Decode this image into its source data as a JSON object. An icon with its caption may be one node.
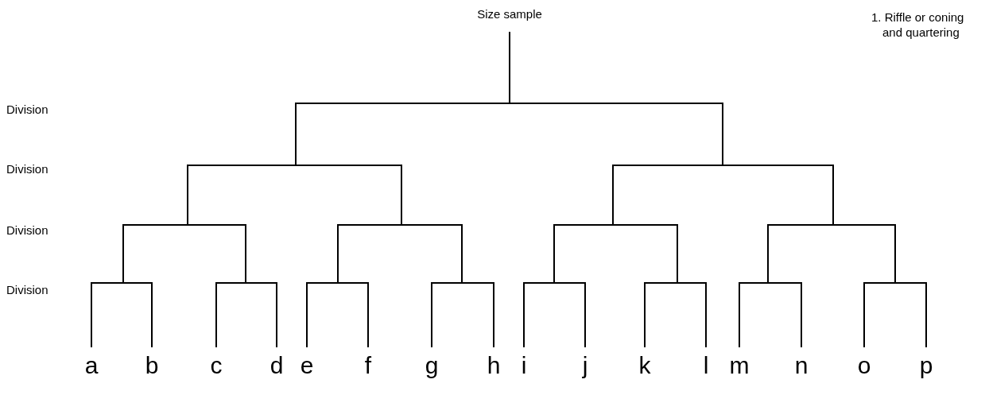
{
  "diagram": {
    "nodes": [
      {
        "text": [
          "Size sample"
        ]
      },
      {
        "text": [
          "a"
        ]
      },
      {
        "text": [
          "b"
        ]
      },
      {
        "text": [
          "c"
        ]
      },
      {
        "text": [
          "d"
        ]
      },
      {
        "text": [
          "e"
        ]
      },
      {
        "text": [
          "f"
        ]
      },
      {
        "text": [
          "g"
        ]
      },
      {
        "text": [
          "h"
        ]
      },
      {
        "text": [
          "i"
        ]
      },
      {
        "text": [
          "j"
        ]
      },
      {
        "text": [
          "k"
        ]
      },
      {
        "text": [
          "l"
        ]
      },
      {
        "text": [
          "m"
        ]
      },
      {
        "text": [
          "n"
        ]
      },
      {
        "text": [
          "o"
        ]
      },
      {
        "text": [
          "p"
        ]
      }
    ],
    "edges": [
      {
        "from": 0,
        "to": 1,
        "arrow": "none"
      },
      {
        "from": 0,
        "to": 2,
        "arrow": "none"
      },
      {
        "from": 0,
        "to": 3,
        "arrow": "none"
      },
      {
        "from": 0,
        "to": 4,
        "arrow": "none"
      },
      {
        "from": 0,
        "to": 5,
        "arrow": "none"
      },
      {
        "from": 0,
        "to": 6,
        "arrow": "none"
      },
      {
        "from": 0,
        "to": 7,
        "arrow": "none"
      },
      {
        "from": 0,
        "to": 8,
        "arrow": "none"
      },
      {
        "from": 0,
        "to": 9,
        "arrow": "none"
      },
      {
        "from": 0,
        "to": 10,
        "arrow": "none"
      },
      {
        "from": 0,
        "to": 11,
        "arrow": "none"
      },
      {
        "from": 0,
        "to": 12,
        "arrow": "none"
      },
      {
        "from": 0,
        "to": 13,
        "arrow": "none"
      },
      {
        "from": 0,
        "to": 14,
        "arrow": "none"
      },
      {
        "from": 0,
        "to": 15,
        "arrow": "none"
      },
      {
        "from": 0,
        "to": 16,
        "arrow": "none"
      }
    ],
    "labels": [
      "1. Riffle or coning and quartering",
      "Division",
      "Division",
      "Division",
      "Division"
    ]
  }
}
